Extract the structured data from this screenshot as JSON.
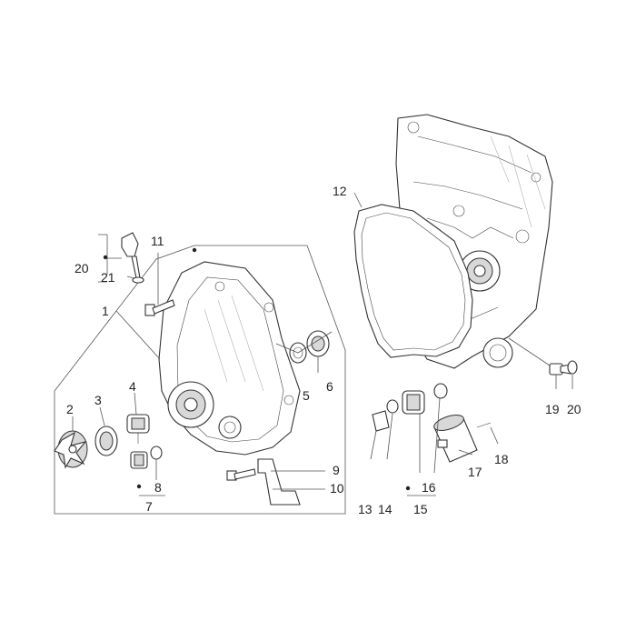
{
  "callouts": [
    {
      "id": "1",
      "label": "1"
    },
    {
      "id": "2",
      "label": "2"
    },
    {
      "id": "3",
      "label": "3"
    },
    {
      "id": "4",
      "label": "4"
    },
    {
      "id": "5",
      "label": "5"
    },
    {
      "id": "6",
      "label": "6"
    },
    {
      "id": "7",
      "label": "7"
    },
    {
      "id": "8",
      "label": "8"
    },
    {
      "id": "9",
      "label": "9"
    },
    {
      "id": "10",
      "label": "10"
    },
    {
      "id": "11",
      "label": "11"
    },
    {
      "id": "12",
      "label": "12"
    },
    {
      "id": "13",
      "label": "13"
    },
    {
      "id": "14",
      "label": "14"
    },
    {
      "id": "15",
      "label": "15"
    },
    {
      "id": "16",
      "label": "16"
    },
    {
      "id": "17",
      "label": "17"
    },
    {
      "id": "18",
      "label": "18"
    },
    {
      "id": "19",
      "label": "19"
    },
    {
      "id": "20a",
      "label": "20"
    },
    {
      "id": "20b",
      "label": "20"
    },
    {
      "id": "21",
      "label": "21"
    }
  ],
  "colors": {
    "line": "#555555",
    "text": "#222222",
    "shade": "#d8d8d8"
  }
}
